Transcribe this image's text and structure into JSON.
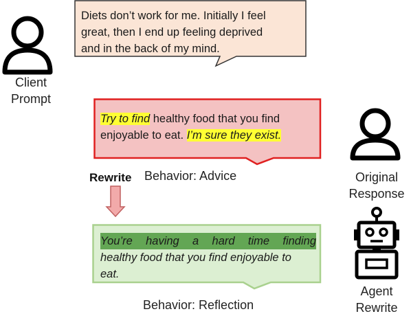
{
  "client": {
    "label_line1": "Client",
    "label_line2": "Prompt",
    "message": "Diets don’t work for me. Initially I feel great, then I end up feeling deprived and in the back of my mind.",
    "message_line1": "Diets don’t work for me. Initially I feel",
    "message_line2": "great, then I end up feeling deprived",
    "message_line3": "and in the back of my mind."
  },
  "original": {
    "label_line1": "Original",
    "label_line2": "Response",
    "hl1": "Try to find",
    "mid1": " healthy food that you find",
    "line2_start": "enjoyable to eat. ",
    "hl2": "I’m sure they exist.",
    "behavior": "Behavior: Advice"
  },
  "rewrite": {
    "arrow_label": "Rewrite"
  },
  "agent": {
    "label_line1": "Agent",
    "label_line2": "Rewrite",
    "hl1": "You’re having a hard time finding",
    "line2": "healthy food that you find enjoyable to",
    "line3": "eat.",
    "behavior": "Behavior: Reflection"
  },
  "colors": {
    "client_bubble_fill": "#fbe5d6",
    "original_bubble_fill": "#f4c2c2",
    "original_bubble_border": "#e02020",
    "agent_bubble_fill": "#dcefd2",
    "agent_bubble_border": "#a9d18e",
    "highlight_yellow": "#ffff33",
    "highlight_green": "#63a654",
    "arrow_fill": "#f2aaaa",
    "arrow_border": "#c06060"
  },
  "icons": {
    "client": "person-icon",
    "original": "person-icon",
    "agent": "robot-icon"
  }
}
